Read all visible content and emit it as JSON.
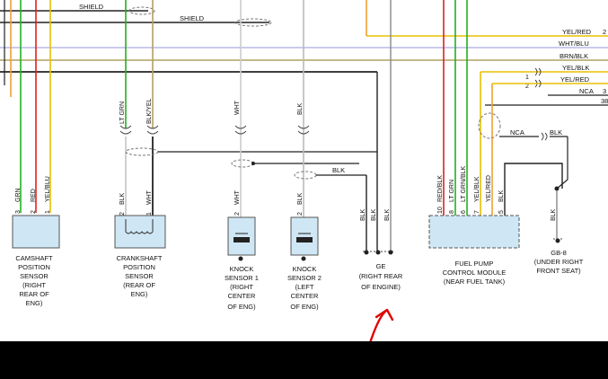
{
  "wires_top": {
    "shield_1": "SHIELD",
    "shield_2": "SHIELD",
    "yel_red": "YEL/RED",
    "wht_blu": "WHT/BLU",
    "brn_blk": "BRN/BLK",
    "yel_blk": "YEL/BLK",
    "yel_red_2": "YEL/RED",
    "nca": "NCA",
    "edge_2": "2",
    "edge_3": "3",
    "edge_38": "38",
    "pin_1": "1",
    "pin_2": "2"
  },
  "camshaft": {
    "pins": [
      "3",
      "2",
      "1"
    ],
    "wires": [
      "GRN",
      "RED",
      "YEL/BLU"
    ],
    "caption": [
      "CAMSHAFT",
      "POSITION",
      "SENSOR",
      "(RIGHT",
      "REAR OF",
      "ENG)"
    ]
  },
  "crankshaft": {
    "top_wires": [
      "LT GRN",
      "BLK/YEL"
    ],
    "pins": [
      "2",
      "1"
    ],
    "wires": [
      "BLK",
      "WHT"
    ],
    "caption": [
      "CRANKSHAFT",
      "POSITION",
      "SENSOR",
      "(REAR OF",
      "ENG)"
    ]
  },
  "knock1": {
    "top_wire": "WHT",
    "pin": "2",
    "wire": "WHT",
    "caption": [
      "KNOCK",
      "SENSOR 1",
      "(RIGHT",
      "CENTER",
      "OF ENG)"
    ]
  },
  "knock2": {
    "top_wire": "BLK",
    "pin": "2",
    "wire": "BLK",
    "caption": [
      "KNOCK",
      "SENSOR 2",
      "(LEFT",
      "CENTER",
      "OF ENG)"
    ]
  },
  "ground_ge": {
    "blk_label": "BLK",
    "wires": [
      "BLK",
      "BLK",
      "BLK"
    ],
    "caption": [
      "GE",
      "(RIGHT REAR",
      "OF ENGINE)"
    ]
  },
  "fuel_pump": {
    "pins": [
      "10",
      "8",
      "6",
      "7",
      "5"
    ],
    "wires": [
      "RED/BLK",
      "LT GRN",
      "LT GRN/BLK",
      "YEL/BLK",
      "YEL/RED",
      "BLK"
    ],
    "nca": "NCA",
    "blk": "BLK",
    "caption": [
      "FUEL PUMP",
      "CONTROL MODULE",
      "(NEAR FUEL TANK)"
    ]
  },
  "ground_gb8": {
    "wire": "BLK",
    "caption": [
      "GB-8",
      "(UNDER RIGHT",
      "FRONT SEAT)"
    ]
  },
  "colors": {
    "green": "#22b022",
    "red": "#e02020",
    "yellow": "#e8c000",
    "orange": "#f0a030",
    "khaki": "#b0a060",
    "lavender": "#b8b8e8",
    "gray": "#9a9a9a",
    "annotation": "#e00000"
  }
}
